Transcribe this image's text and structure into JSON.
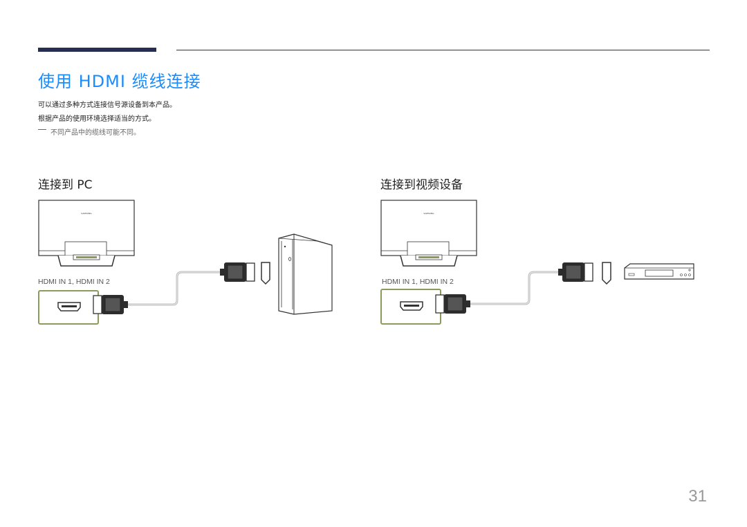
{
  "title": "使用 HDMI 缆线连接",
  "intro_lines": [
    "可以通过多种方式连接信号源设备到本产品。",
    "根据产品的使用环境选择适当的方式。"
  ],
  "note": "不同产品中的缆线可能不同。",
  "sections": [
    {
      "title": "连接到 PC",
      "port_label": "HDMI IN 1, HDMI IN 2",
      "device": "pc-tower"
    },
    {
      "title": "连接到视频设备",
      "port_label": "HDMI IN 1, HDMI IN 2",
      "device": "video-player"
    }
  ],
  "monitor_logo": "SAMSUNG",
  "page_number": "31",
  "colors": {
    "accent": "#1a8cff",
    "top_bar": "#262f52",
    "port_highlight": "#8a9a5b"
  }
}
